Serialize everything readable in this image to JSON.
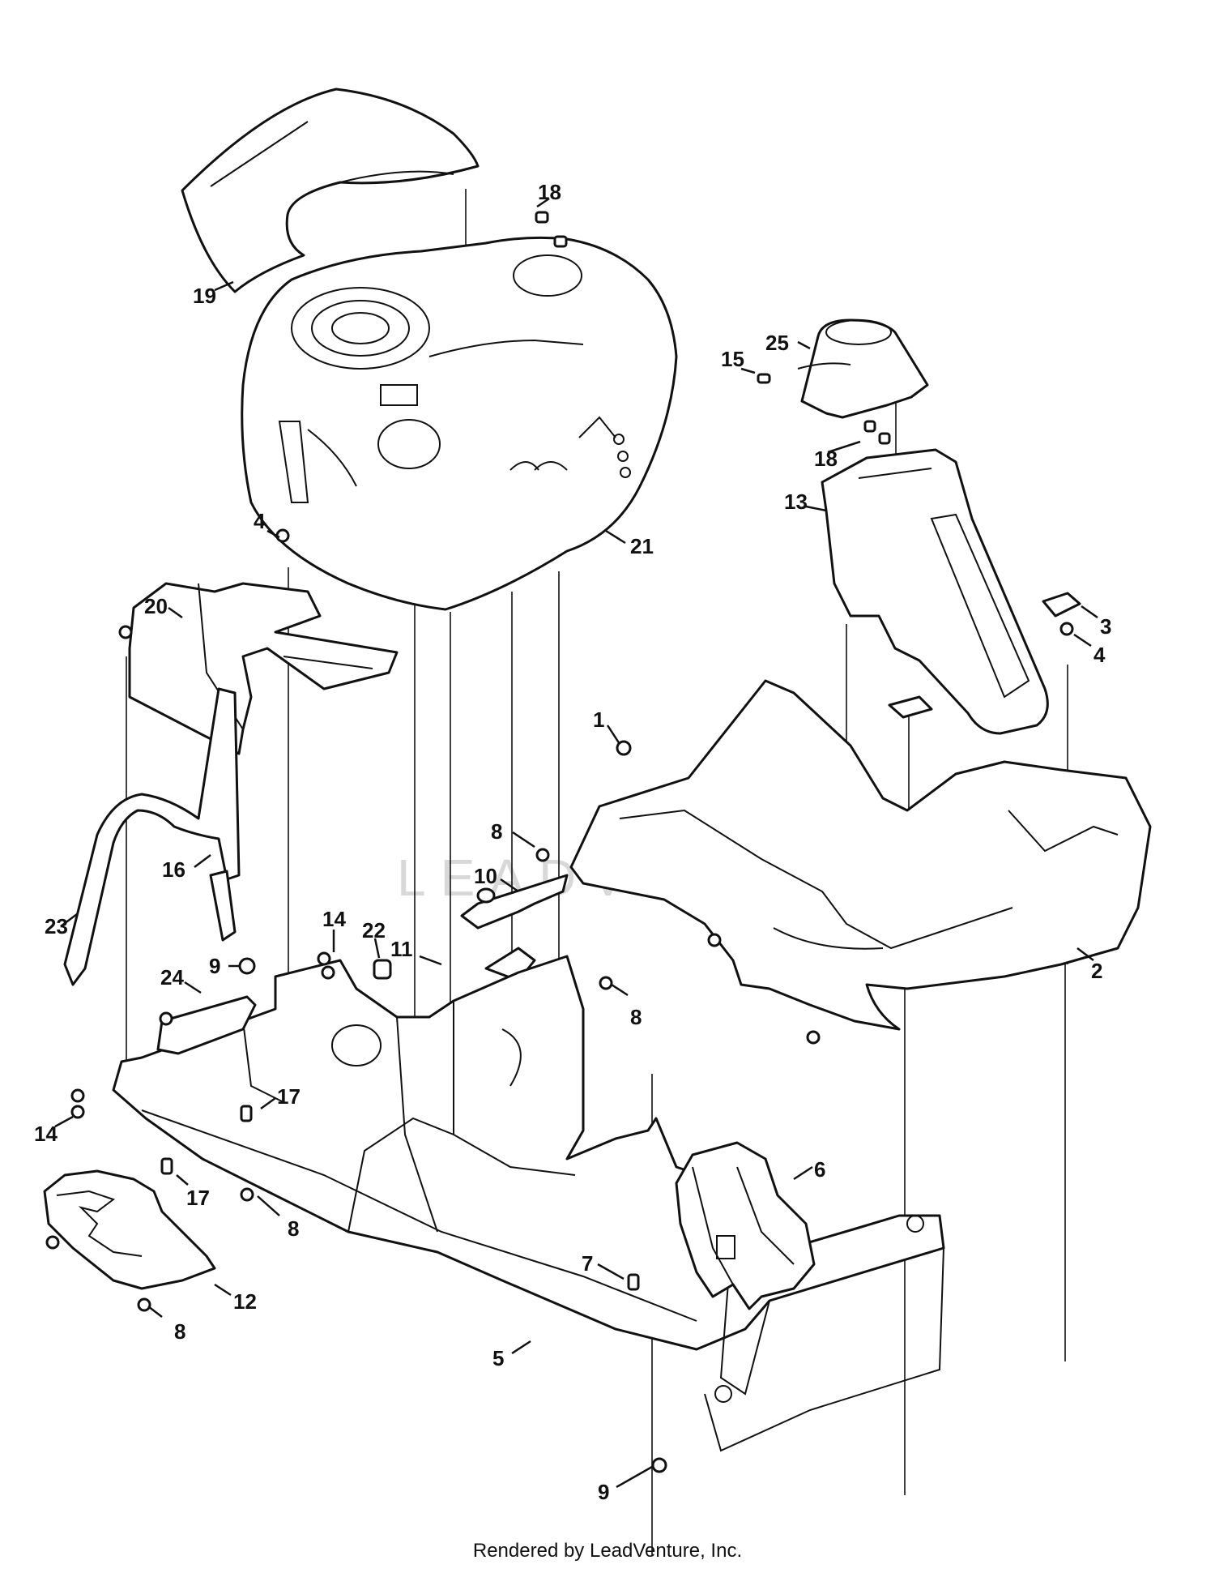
{
  "watermark": "LEADVENTURE",
  "footer": "Rendered by LeadVenture, Inc.",
  "callouts": [
    {
      "id": "19",
      "text": "19"
    },
    {
      "id": "18a",
      "text": "18"
    },
    {
      "id": "21",
      "text": "21"
    },
    {
      "id": "4a",
      "text": "4"
    },
    {
      "id": "25",
      "text": "25"
    },
    {
      "id": "15",
      "text": "15"
    },
    {
      "id": "18b",
      "text": "18"
    },
    {
      "id": "13",
      "text": "13"
    },
    {
      "id": "3",
      "text": "3"
    },
    {
      "id": "4b",
      "text": "4"
    },
    {
      "id": "20",
      "text": "20"
    },
    {
      "id": "1",
      "text": "1"
    },
    {
      "id": "8a",
      "text": "8"
    },
    {
      "id": "10",
      "text": "10"
    },
    {
      "id": "16",
      "text": "16"
    },
    {
      "id": "23",
      "text": "23"
    },
    {
      "id": "14a",
      "text": "14"
    },
    {
      "id": "22",
      "text": "22"
    },
    {
      "id": "11",
      "text": "11"
    },
    {
      "id": "9a",
      "text": "9"
    },
    {
      "id": "24",
      "text": "24"
    },
    {
      "id": "8b",
      "text": "8"
    },
    {
      "id": "2",
      "text": "2"
    },
    {
      "id": "17a",
      "text": "17"
    },
    {
      "id": "14b",
      "text": "14"
    },
    {
      "id": "17b",
      "text": "17"
    },
    {
      "id": "8c",
      "text": "8"
    },
    {
      "id": "6",
      "text": "6"
    },
    {
      "id": "12",
      "text": "12"
    },
    {
      "id": "8d",
      "text": "8"
    },
    {
      "id": "7",
      "text": "7"
    },
    {
      "id": "5",
      "text": "5"
    },
    {
      "id": "9b",
      "text": "9"
    }
  ]
}
